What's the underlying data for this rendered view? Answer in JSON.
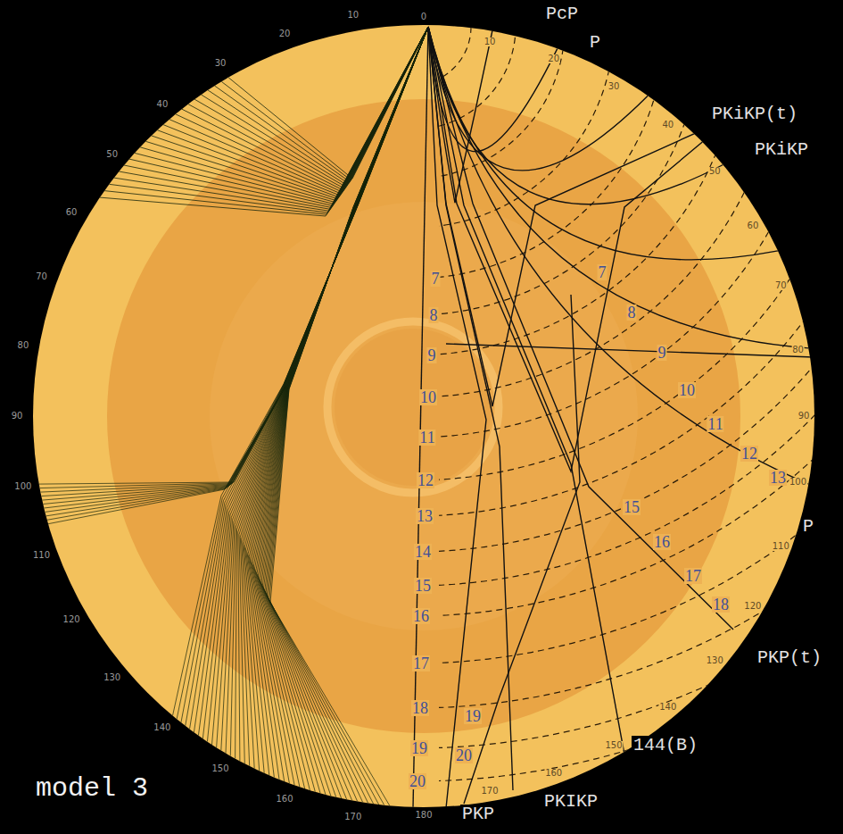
{
  "diagram": {
    "labels": [
      "0",
      "10",
      "20",
      "30",
      "40",
      "50",
      "60",
      "70",
      "80",
      "90",
      "100",
      "110",
      "120",
      "130",
      "140",
      "150",
      "160",
      "170",
      "180",
      "10",
      "20",
      "30",
      "40",
      "50",
      "60",
      "70",
      "80",
      "90",
      "100",
      "110",
      "120",
      "130",
      "140",
      "150",
      "160",
      "170",
      "PcP",
      "P",
      "PKiKP(t)",
      "PKiKP",
      "P",
      "PKP(t)",
      "144(B)",
      "PKIKP",
      "PKP",
      "7",
      "8",
      "9",
      "10",
      "11",
      "12",
      "13",
      "14",
      "15",
      "16",
      "17",
      "18",
      "19",
      "20",
      "7",
      "8",
      "9",
      "10",
      "11",
      "12",
      "13",
      "15",
      "16",
      "17",
      "18",
      "19",
      "20",
      "model 3"
    ]
  }
}
